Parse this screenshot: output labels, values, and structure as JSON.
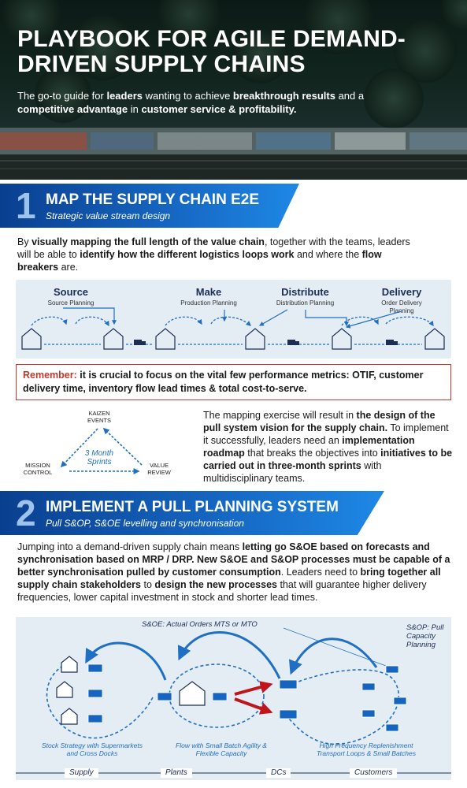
{
  "hero": {
    "title": "PLAYBOOK FOR AGILE DEMAND-DRIVEN SUPPLY CHAINS",
    "sub_1": "The go-to guide for ",
    "sub_2": "leaders",
    "sub_3": " wanting to achieve ",
    "sub_4": "breakthrough results",
    "sub_5": " and a ",
    "sub_6": "competitive advantage",
    "sub_7": " in ",
    "sub_8": "customer service & profitability."
  },
  "section1": {
    "number": "1",
    "title": "MAP THE SUPPLY CHAIN E2E",
    "subtitle": "Strategic value stream design",
    "p_1": "By ",
    "p_2": "visually mapping the full length of the value chain",
    "p_3": ", together with the teams, leaders will be able to ",
    "p_4": "identify how the different logistics loops work",
    "p_5": " and where the ",
    "p_6": "flow breakers",
    "p_7": " are.",
    "stages": [
      {
        "title": "Source",
        "subtitle": "Source Planning"
      },
      {
        "title": "Make",
        "subtitle": "Production Planning"
      },
      {
        "title": "Distribute",
        "subtitle": "Distribution Planning"
      },
      {
        "title": "Delivery",
        "subtitle": "Order Delivery Planning"
      }
    ],
    "remember_label": "Remember:",
    "remember_text": " it is crucial to focus on the vital few performance metrics: OTIF, customer delivery time, inventory flow lead times & total cost-to-serve.",
    "triangle": {
      "top": "KAIZEN EVENTS",
      "left": "MISSION CONTROL",
      "right": "VALUE REVIEW",
      "center": "3 Month Sprints"
    },
    "p2_1": "The mapping exercise will result in ",
    "p2_2": "the design of the pull system vision for the supply chain.",
    "p2_3": " To implement it successfully, leaders need an ",
    "p2_4": "implementation roadmap",
    "p2_5": " that breaks the objectives into ",
    "p2_6": "initiatives to be carried out in three-month sprints",
    "p2_7": " with multidisciplinary teams."
  },
  "section2": {
    "number": "2",
    "title": "IMPLEMENT A PULL PLANNING SYSTEM",
    "subtitle": "Pull S&OP, S&OE levelling and synchronisation",
    "p_1": "Jumping into a demand-driven supply chain means ",
    "p_2": "letting go S&OE based on forecasts and synchronisation based on MRP / DRP. New S&OE and S&OP processes must be capable of a better synchronisation pulled by customer consumption",
    "p_3": ". Leaders need to ",
    "p_4": "bring together all supply chain stakeholders",
    "p_5": " to ",
    "p_6": "design the new processes",
    "p_7": " that will guarantee higher delivery frequencies, lower capital investment in stock and shorter lead times.",
    "soe_label": "S&OE: Actual Orders MTS or MTO",
    "sop_label": "S&OP: Pull Capacity Planning",
    "captions": [
      "Stock Strategy with Supermarkets and Cross Docks",
      "Flow with Small Batch Agility & Flexible Capacity",
      "High Frequency Replenishment Transport Loops & Small Batches"
    ],
    "tags": [
      "Supply",
      "Plants",
      "DCs",
      "Customers"
    ]
  },
  "colors": {
    "brand_blue": "#1565c0",
    "dark_blue": "#0a3f8f",
    "accent_red": "#c0392b",
    "diagram_bg": "#e4ecf4"
  }
}
